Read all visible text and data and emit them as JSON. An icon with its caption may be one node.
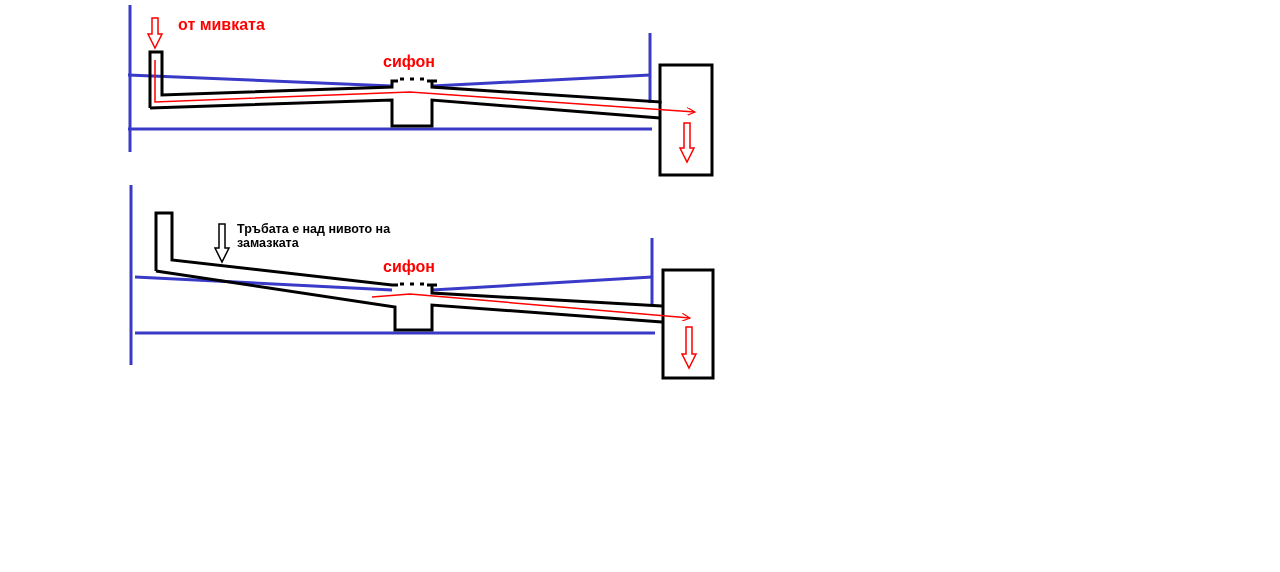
{
  "diagram": {
    "labels": [
      "от мивката",
      "сифон",
      "Тръбата е над нивото на замазката",
      "сифон"
    ]
  }
}
